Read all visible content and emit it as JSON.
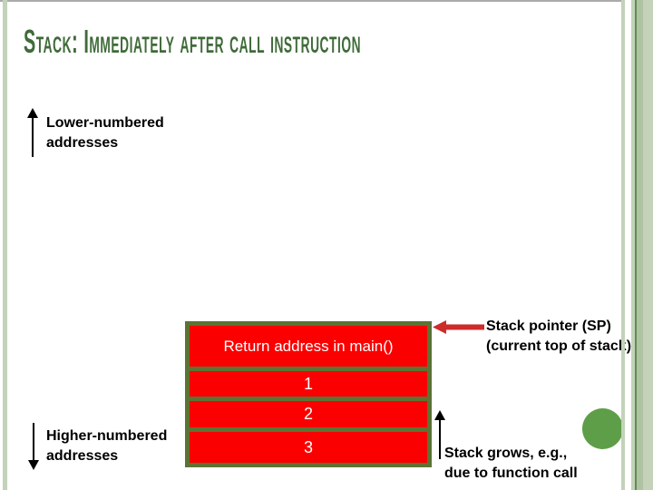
{
  "title": "Stack: Immediately after call instruction",
  "labels": {
    "lower_addresses": "Lower-numbered\naddresses",
    "higher_addresses": "Higher-numbered\naddresses",
    "stack_pointer": "Stack pointer (SP)\n(current top of stack)",
    "stack_grows": "Stack grows, e.g.,\ndue to function call"
  },
  "stack": {
    "rows": [
      "Return address in main()",
      "1",
      "2",
      "3"
    ]
  },
  "icons": {
    "lower_arrow": "up-arrow",
    "higher_arrow": "down-arrow",
    "stack_pointer_arrow": "left-block-arrow",
    "stack_grows_arrow": "up-arrow"
  },
  "colors": {
    "title_green": "#3f6b39",
    "cell_red": "#fb0000",
    "table_border_green": "#5c7334",
    "pointer_red": "#ce2b2b",
    "circle_green": "#5f9e48",
    "stripe_light": "#c3d2b9",
    "stripe_medium": "#afc3a3",
    "stripe_dark_line": "#5e8f50",
    "top_line_gray": "#ababab"
  }
}
